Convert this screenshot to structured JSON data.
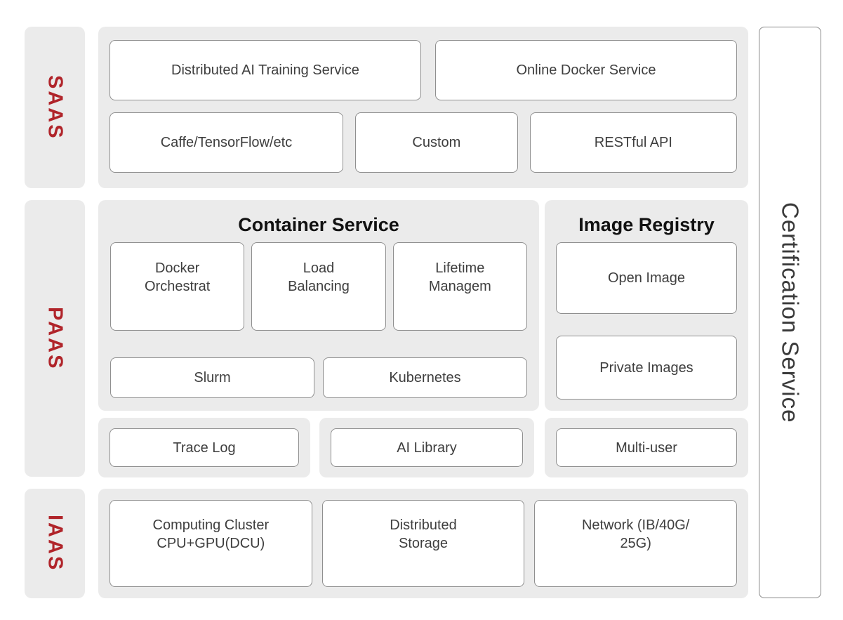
{
  "palette": {
    "page_bg": "#ffffff",
    "panel_bg": "#ebebeb",
    "box_bg": "#ffffff",
    "box_border": "#8f8f8f",
    "box_text": "#3e3e3e",
    "title_text": "#111111",
    "accent_red": "#b0242a",
    "cert_text": "#3a3a3a"
  },
  "layers": {
    "saas": {
      "label": "SAAS"
    },
    "paas": {
      "label": "PAAS"
    },
    "iaas": {
      "label": "IAAS"
    }
  },
  "certification": {
    "label": "Certification Service"
  },
  "saas": {
    "row1": [
      {
        "label": "Distributed AI Training Service"
      },
      {
        "label": "Online Docker Service"
      }
    ],
    "row2": [
      {
        "label": "Caffe/TensorFlow/etc"
      },
      {
        "label": "Custom"
      },
      {
        "label": "RESTful API"
      }
    ]
  },
  "container_service": {
    "title": "Container Service",
    "row1": [
      {
        "label": "Docker\nOrchestrat"
      },
      {
        "label": "Load\nBalancing"
      },
      {
        "label": "Lifetime\nManagem"
      }
    ],
    "row2": [
      {
        "label": "Slurm"
      },
      {
        "label": "Kubernetes"
      }
    ]
  },
  "image_registry": {
    "title": "Image Registry",
    "boxes": [
      {
        "label": "Open Image"
      },
      {
        "label": "Private Images"
      }
    ]
  },
  "paas_tools": [
    {
      "label": "Trace Log"
    },
    {
      "label": "AI Library"
    },
    {
      "label": "Multi-user"
    }
  ],
  "iaas": {
    "boxes": [
      {
        "label": "Computing Cluster\nCPU+GPU(DCU)"
      },
      {
        "label": "Distributed\nStorage"
      },
      {
        "label": "Network (IB/40G/\n25G)"
      }
    ]
  }
}
